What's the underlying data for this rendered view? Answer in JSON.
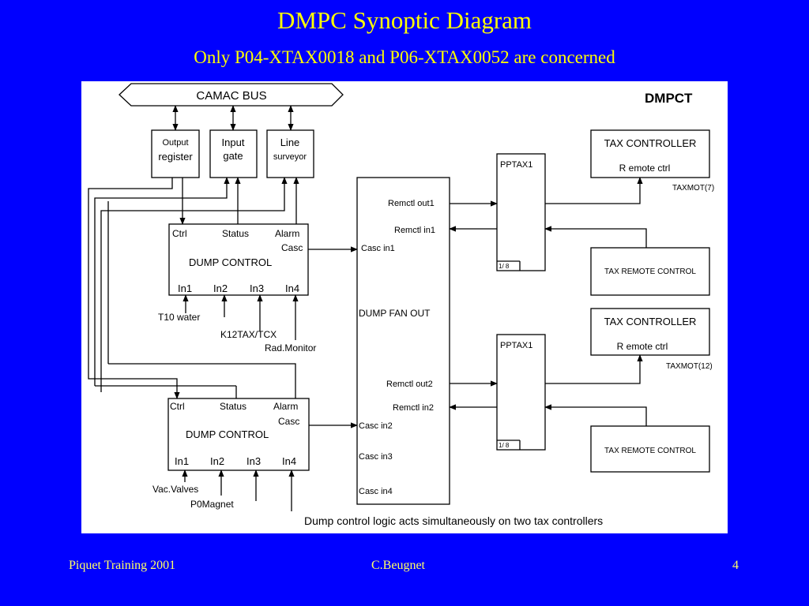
{
  "slide": {
    "title": "DMPC  Synoptic  Diagram",
    "subtitle": "Only P04-XTAX0018 and P06-XTAX0052 are concerned"
  },
  "footer": {
    "left": "Piquet Training  2001",
    "center": "C.Beugnet",
    "page": "4"
  },
  "diagram": {
    "label": "DMPCT",
    "bus": "CAMAC  BUS",
    "output_register": [
      "Output",
      "register"
    ],
    "input_gate": [
      "Input",
      "gate"
    ],
    "line_surveyor": [
      "Line",
      "surveyor"
    ],
    "dump_control_title": "DUMP CONTROL",
    "port_ctrl": "Ctrl",
    "port_status": "Status",
    "port_alarm": "Alarm",
    "port_casc": "Casc",
    "port_in1": "In1",
    "port_in2": "In2",
    "port_in3": "In3",
    "port_in4": "In4",
    "upper_inputs": [
      "T10 water",
      "K12TAX/TCX",
      "Rad.Monitor"
    ],
    "lower_inputs": [
      "Vac.Valves",
      "P0Magnet"
    ],
    "fanout_title": "DUMP FAN OUT",
    "fanout_ports": [
      "Remctl out1",
      "Remctl in1",
      "Casc in1",
      "Remctl out2",
      "Remctl in2",
      "Casc in2",
      "Casc in3",
      "Casc in4"
    ],
    "pptax": "PPTAX1",
    "pptax_ratio": "1/ 8",
    "tax_controller": "TAX CONTROLLER",
    "remote_ctrl": "R emote ctrl",
    "taxmot_1": "TAXMOT(7)",
    "taxmot_2": "TAXMOT(12)",
    "tax_remote_control": "TAX REMOTE CONTROL",
    "caption": "Dump control logic acts simultaneously on two tax controllers"
  }
}
